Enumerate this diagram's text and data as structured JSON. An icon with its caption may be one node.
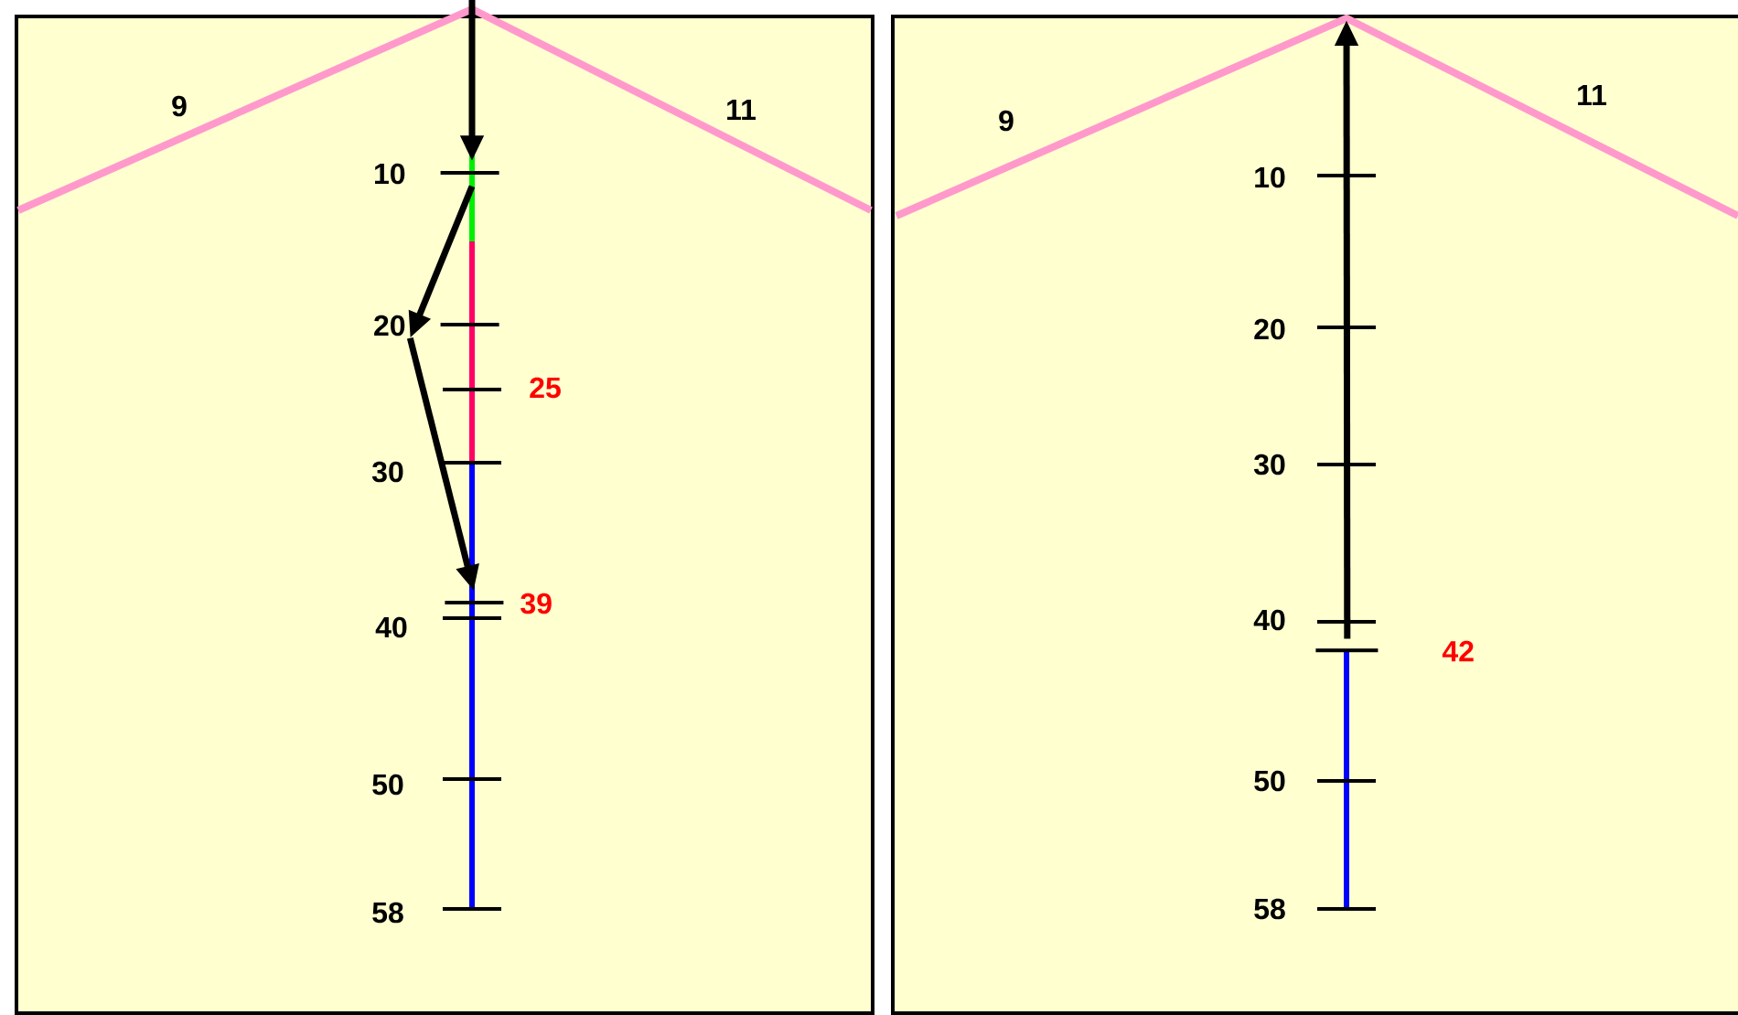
{
  "diagram": {
    "nodes": [
      {
        "text": [],
        "shape": "box"
      },
      {
        "text": [],
        "shape": "box"
      },
      {
        "text": [
          "10"
        ],
        "in": 0
      },
      {
        "text": [
          "20"
        ],
        "in": 0
      },
      {
        "text": [
          "39"
        ],
        "in": 0
      },
      {
        "text": [
          "42"
        ],
        "in": 1
      }
    ],
    "edges": [
      {
        "from": null,
        "to": 2,
        "arrow": "to"
      },
      {
        "from": 2,
        "to": 3,
        "arrow": "to"
      },
      {
        "from": 3,
        "to": 4,
        "arrow": "to"
      },
      {
        "from": 5,
        "to": null,
        "arrow": "to"
      }
    ],
    "labels": [
      "9",
      "11",
      "25",
      "30",
      "40",
      "50",
      "58",
      "9",
      "11",
      "10",
      "20",
      "30",
      "40",
      "50",
      "58"
    ]
  }
}
